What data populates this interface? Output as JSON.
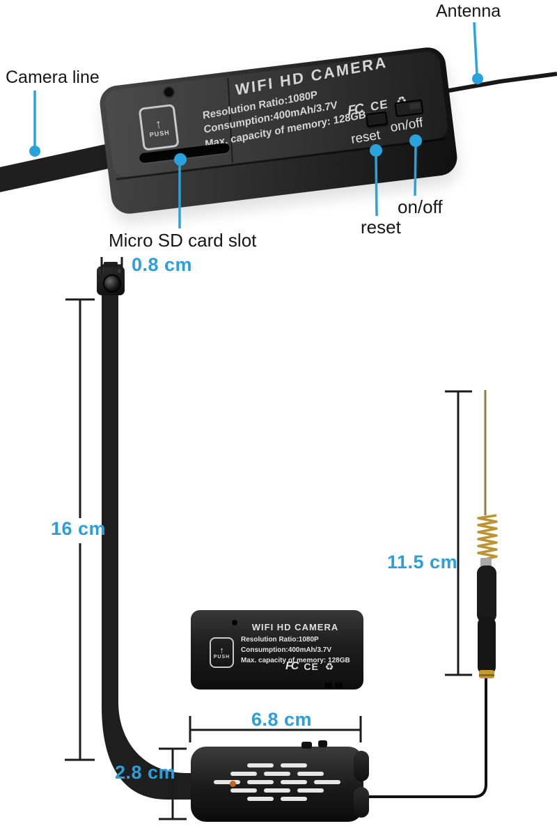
{
  "device_label": {
    "title": "WIFI HD CAMERA",
    "resolution": "Resolution Ratio:1080P",
    "consumption": "Consumption:400mAh/3.7V",
    "memory": "Max. capacity of memory: 128GB",
    "push": "PUSH",
    "push_arrow": "↑",
    "fcc": "FC",
    "ce": "CE",
    "recycle": "♻"
  },
  "callouts": {
    "antenna": "Antenna",
    "camera_line": "Camera line",
    "micro_sd_card_slot": "Micro SD card slot",
    "reset": "reset",
    "on_off": "on/off"
  },
  "markings": {
    "reset": "reset",
    "on_off": "on/off"
  },
  "dimensions": {
    "camera_head_width": "0.8 cm",
    "cable_length": "16 cm",
    "antenna_length": "11.5 cm",
    "module_width": "6.8 cm",
    "module_height": "2.8 cm"
  },
  "colors": {
    "accent_blue": "#29a3dc",
    "dimension_text_blue": "#2b9fd9",
    "dimension_line_black": "#1b1b1b"
  }
}
